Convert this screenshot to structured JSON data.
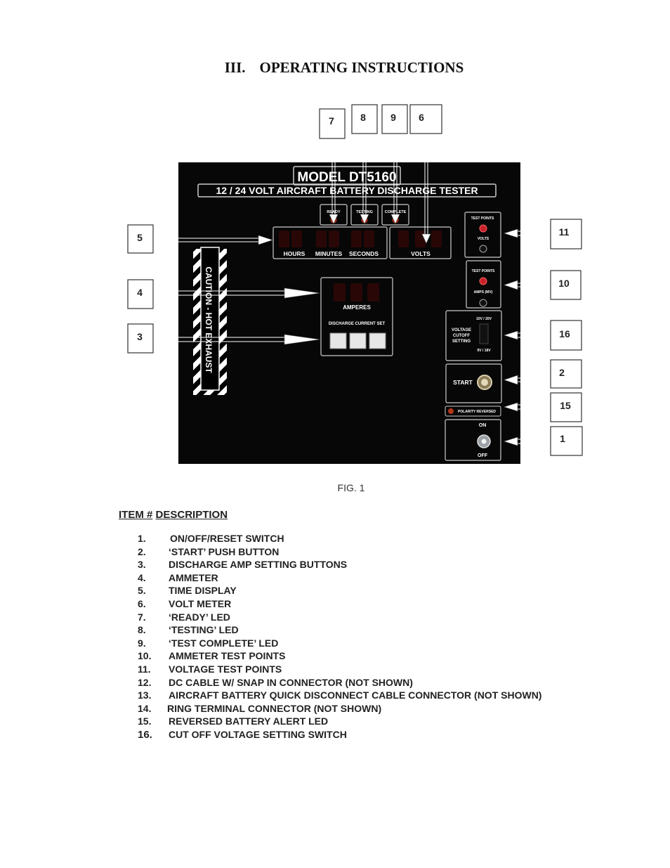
{
  "section": {
    "number": "III.",
    "title": "OPERATING INSTRUCTIONS"
  },
  "figure": {
    "caption": "FIG. 1",
    "panel": {
      "model": "MODEL DT5160",
      "subtitle": "12 / 24 VOLT AIRCRAFT BATTERY DISCHARGE TESTER",
      "led_ready": "READY",
      "led_testing": "TESTING",
      "led_complete": "COMPLETE",
      "time_hours": "HOURS",
      "time_minutes": "MINUTES",
      "time_seconds": "SECONDS",
      "volts_label": "VOLTS",
      "amperes_label": "AMPERES",
      "discharge_set_label": "DISCHARGE CURRENT SET",
      "caution_label": "CAUTION - HOT EXHAUST",
      "test_points_volts_header": "TEST POINTS",
      "test_points_volts_label": "VOLTS",
      "test_points_amps_header": "TEST POINTS",
      "test_points_amps_label": "AMPS (MV)",
      "cutoff_label_1": "VOLTAGE",
      "cutoff_label_2": "CUTOFF",
      "cutoff_label_3": "SETTING",
      "cutoff_high": "10V / 20V",
      "cutoff_low": "9V / 18V",
      "start_label": "START",
      "polarity_label": "POLARITY REVERSED",
      "switch_on": "ON",
      "switch_off": "OFF"
    },
    "callouts": [
      "7",
      "8",
      "9",
      "6",
      "5",
      "4",
      "3",
      "11",
      "10",
      "16",
      "2",
      "15",
      "1"
    ]
  },
  "legend": {
    "header_item": "ITEM #",
    "header_desc": "DESCRIPTION",
    "items": [
      {
        "num": "1.",
        "text": "ON/OFF/RESET SWITCH"
      },
      {
        "num": "2.",
        "text": "‘START’ PUSH BUTTON"
      },
      {
        "num": "3.",
        "text": "DISCHARGE AMP SETTING BUTTONS"
      },
      {
        "num": "4.",
        "text": "AMMETER"
      },
      {
        "num": "5.",
        "text": "TIME DISPLAY"
      },
      {
        "num": "6.",
        "text": "VOLT METER"
      },
      {
        "num": "7.",
        "text": "‘READY’ LED"
      },
      {
        "num": "8.",
        "text": "‘TESTING’ LED"
      },
      {
        "num": "9.",
        "text": "‘TEST COMPLETE’ LED"
      },
      {
        "num": "10.",
        "text": "AMMETER TEST POINTS"
      },
      {
        "num": "11.",
        "text": "VOLTAGE TEST POINTS"
      },
      {
        "num": "12.",
        "text": "DC CABLE W/ SNAP IN CONNECTOR (NOT SHOWN)"
      },
      {
        "num": "13.",
        "text": "AIRCRAFT BATTERY QUICK DISCONNECT CABLE CONNECTOR (NOT SHOWN)"
      },
      {
        "num": "14.",
        "text": "RING TERMINAL CONNECTOR (NOT SHOWN)"
      },
      {
        "num": "15.",
        "text": "REVERSED BATTERY ALERT LED"
      },
      {
        "num": "16.",
        "text": "CUT OFF VOLTAGE SETTING SWITCH"
      }
    ]
  }
}
